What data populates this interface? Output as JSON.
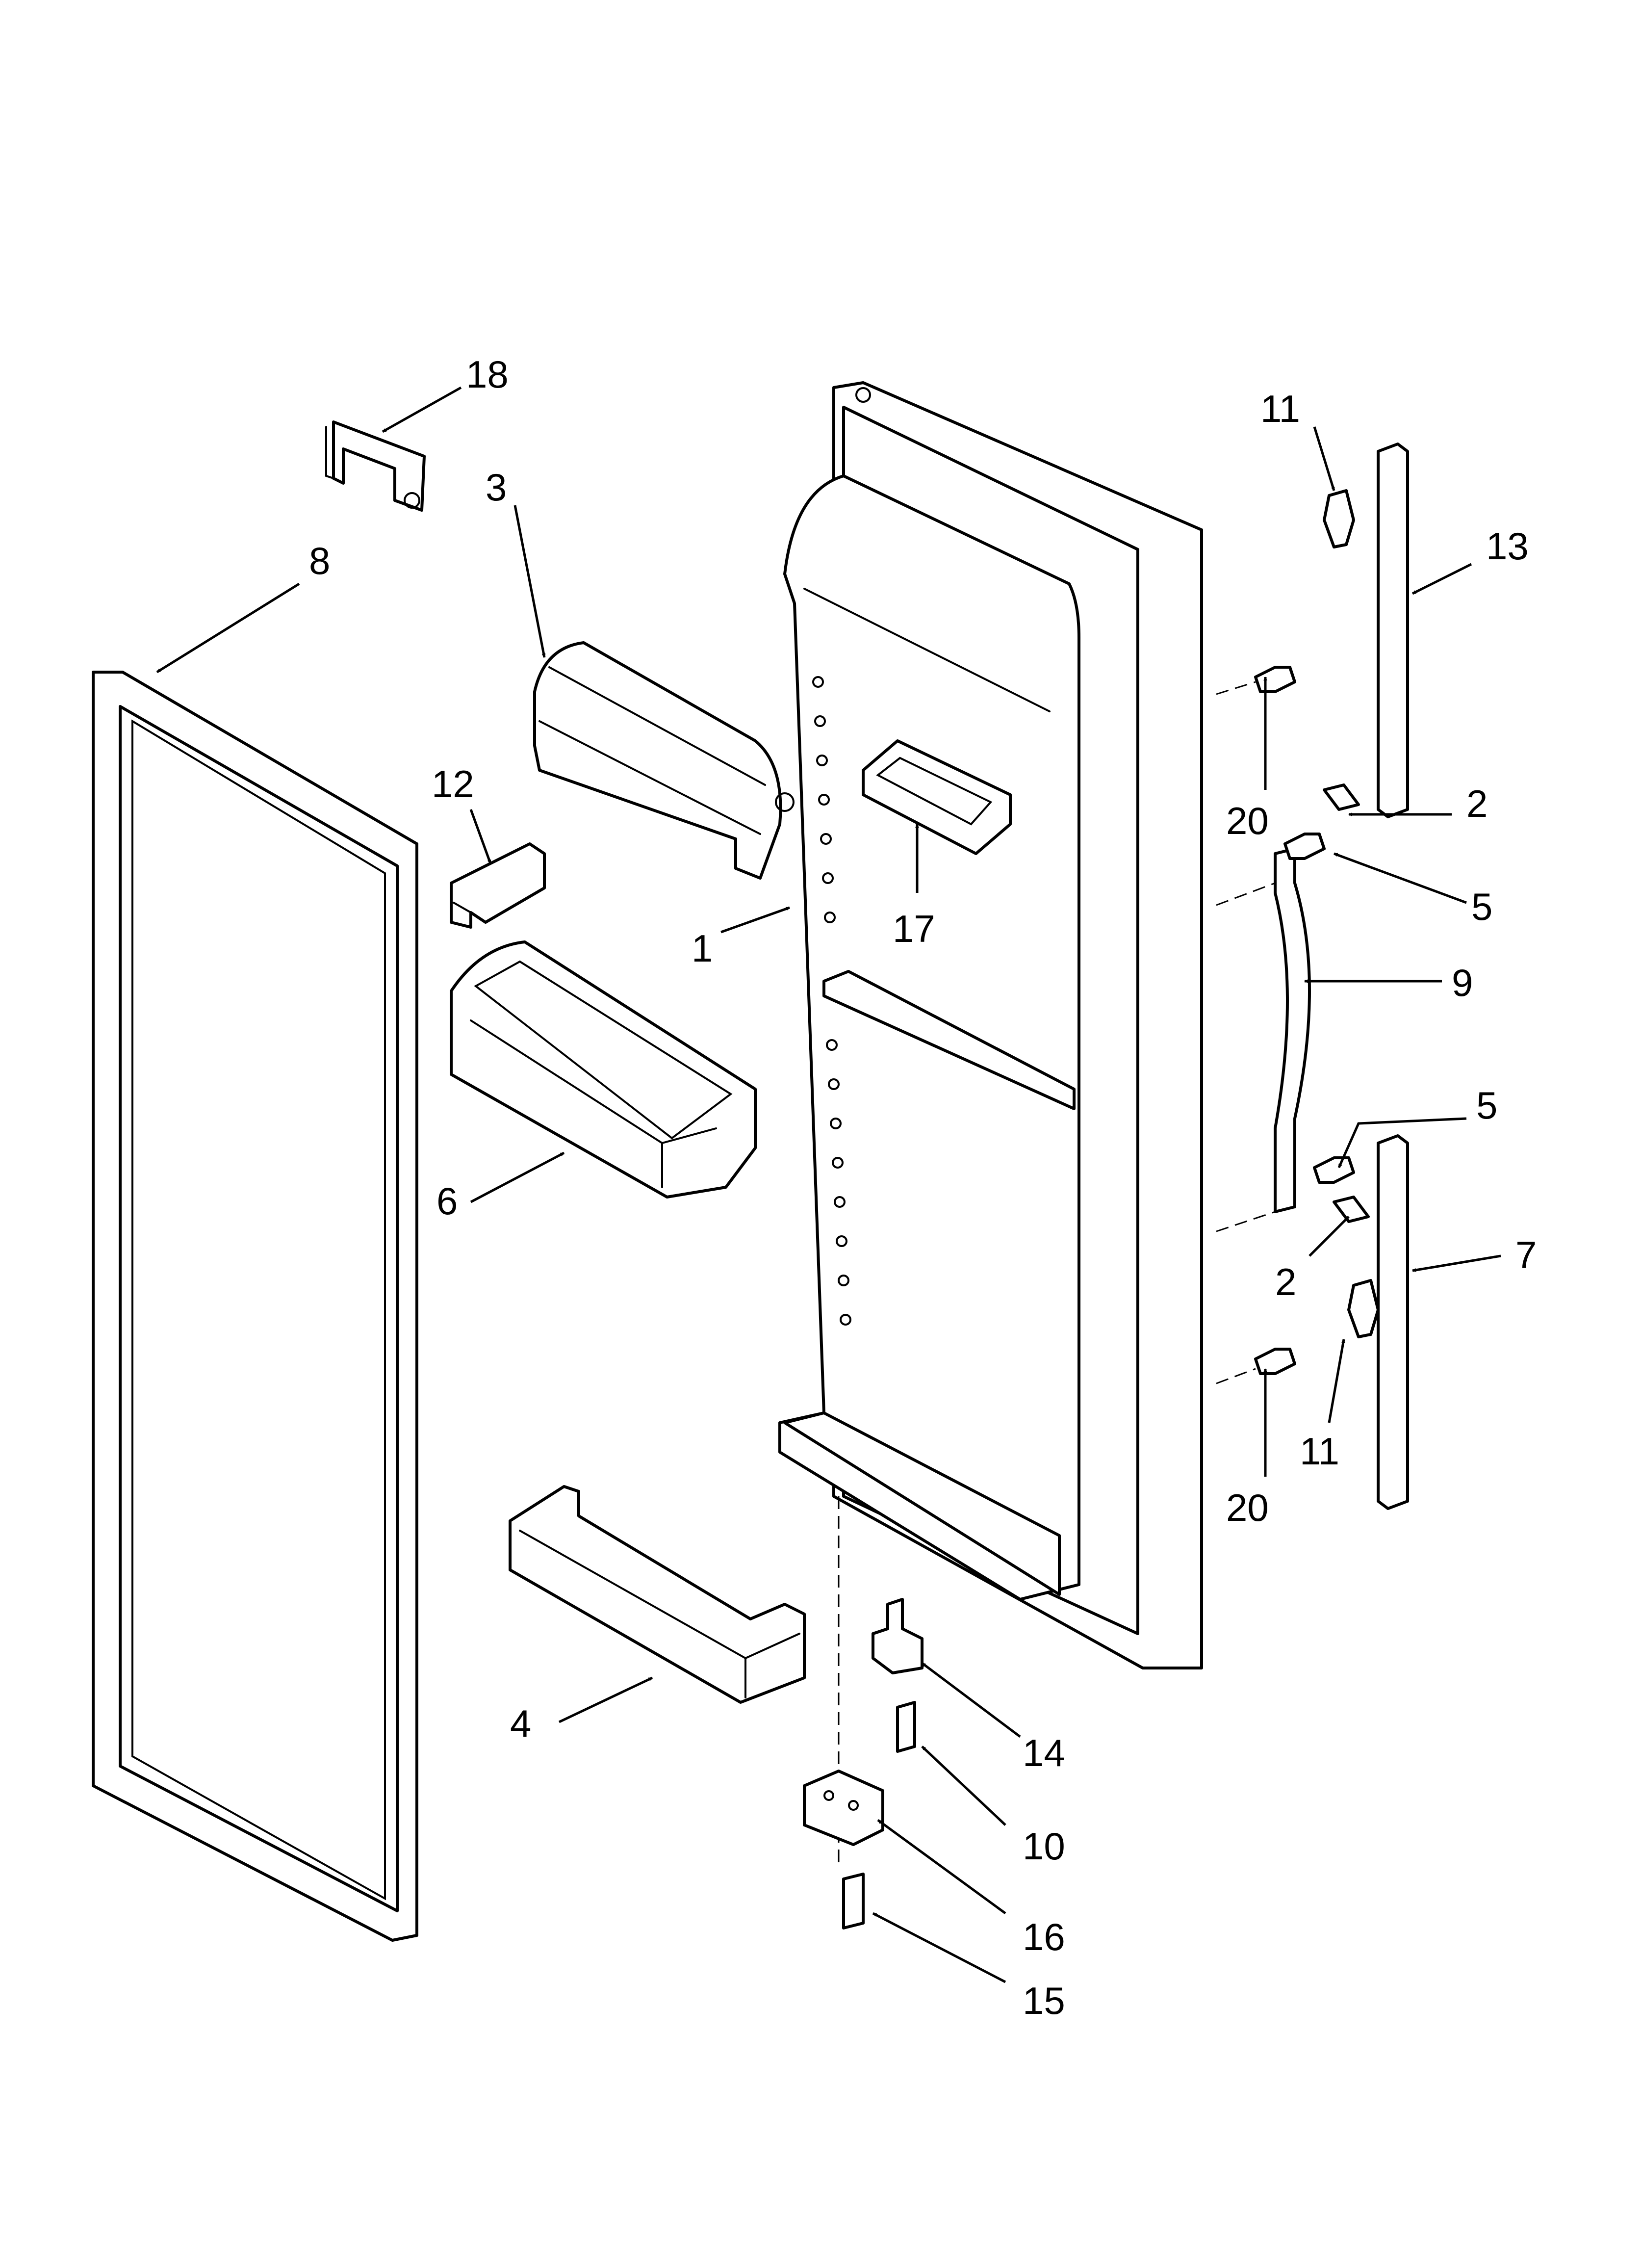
{
  "diagram": {
    "type": "exploded parts view",
    "callouts": {
      "c1": "1",
      "c2a": "2",
      "c2b": "2",
      "c3": "3",
      "c4": "4",
      "c5a": "5",
      "c5b": "5",
      "c6": "6",
      "c7": "7",
      "c8": "8",
      "c9": "9",
      "c10": "10",
      "c11a": "11",
      "c11b": "11",
      "c12": "12",
      "c13": "13",
      "c14": "14",
      "c15": "15",
      "c16": "16",
      "c17": "17",
      "c18": "18",
      "c20a": "20",
      "c20b": "20"
    },
    "colors": {
      "line": "#000000",
      "background": "#ffffff"
    }
  }
}
